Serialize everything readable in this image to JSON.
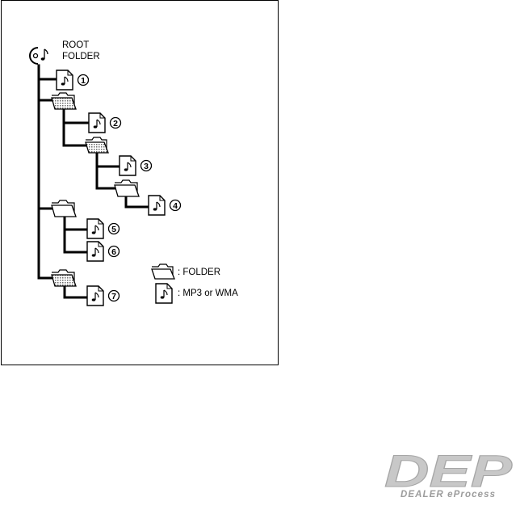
{
  "diagram": {
    "root_label_line1": "ROOT",
    "root_label_line2": "FOLDER",
    "track_numbers": [
      "1",
      "2",
      "3",
      "4",
      "5",
      "6",
      "7"
    ],
    "legend": {
      "folder_text": ": FOLDER",
      "file_text": ": MP3 or WMA"
    }
  },
  "logo": {
    "letters": "DEP",
    "tagline": "DEALER eProcess"
  }
}
